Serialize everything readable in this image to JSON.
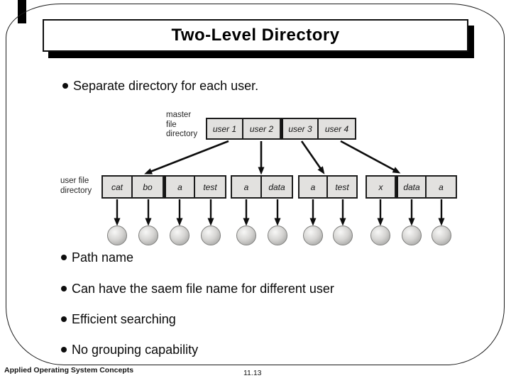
{
  "slide": {
    "title": "Two-Level Directory",
    "top_bullet": "Separate directory for each user.",
    "bottom_bullets": [
      "Path name",
      "Can have the saem file name for different user",
      "Efficient searching",
      "No grouping capability"
    ],
    "footer_left": "Applied Operating System Concepts",
    "footer_page": "11.13"
  },
  "diagram": {
    "master_label": [
      "master",
      "file",
      "directory"
    ],
    "user_label": [
      "user file",
      "directory"
    ],
    "master_cells": [
      "user 1",
      "user 2",
      "user 3",
      "user 4"
    ],
    "group1": [
      "cat",
      "bo",
      "a",
      "test"
    ],
    "group2": [
      "a",
      "data"
    ],
    "group3": [
      "a",
      "test"
    ],
    "group4": [
      "x",
      "data",
      "a"
    ]
  },
  "colors": {
    "cell_fill": "#e2e1df",
    "line": "#1c1c1c",
    "node_fill_light": "#f6f6f5",
    "node_fill_dark": "#a9a9a7"
  }
}
